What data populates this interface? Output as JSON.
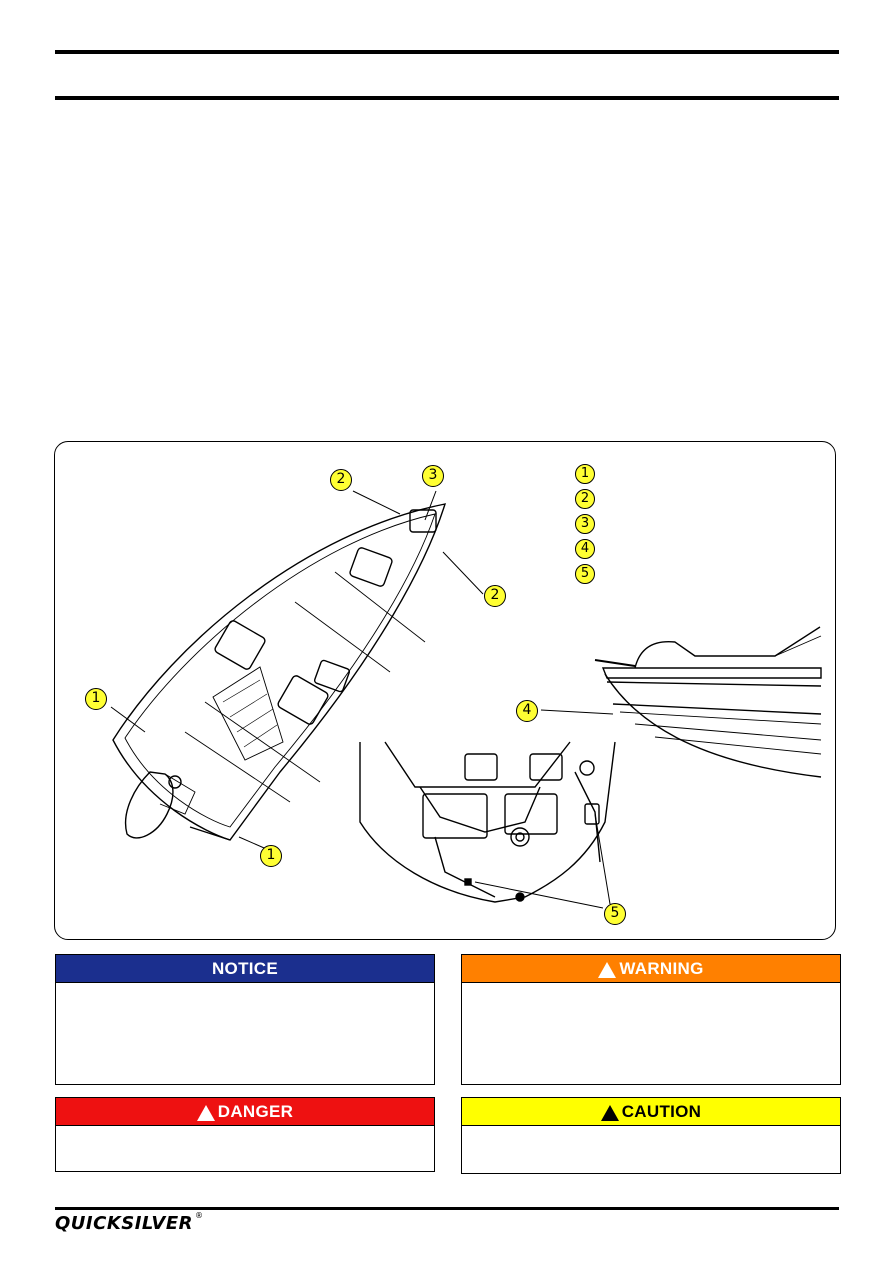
{
  "figure": {
    "callouts": [
      "1",
      "2",
      "3",
      "4",
      "5"
    ],
    "legend": [
      "1",
      "2",
      "3",
      "4",
      "5"
    ]
  },
  "safety_boxes": {
    "notice": {
      "label": "NOTICE",
      "color": "#1b2f8e",
      "text_color": "#ffffff"
    },
    "warning": {
      "label": "WARNING",
      "color": "#ff8000",
      "text_color": "#ffffff"
    },
    "danger": {
      "label": "DANGER",
      "color": "#ee1111",
      "text_color": "#ffffff"
    },
    "caution": {
      "label": "CAUTION",
      "color": "#ffff00",
      "text_color": "#000000"
    }
  },
  "footer": {
    "brand": "QUICKSILVER",
    "registered_mark": "®"
  }
}
